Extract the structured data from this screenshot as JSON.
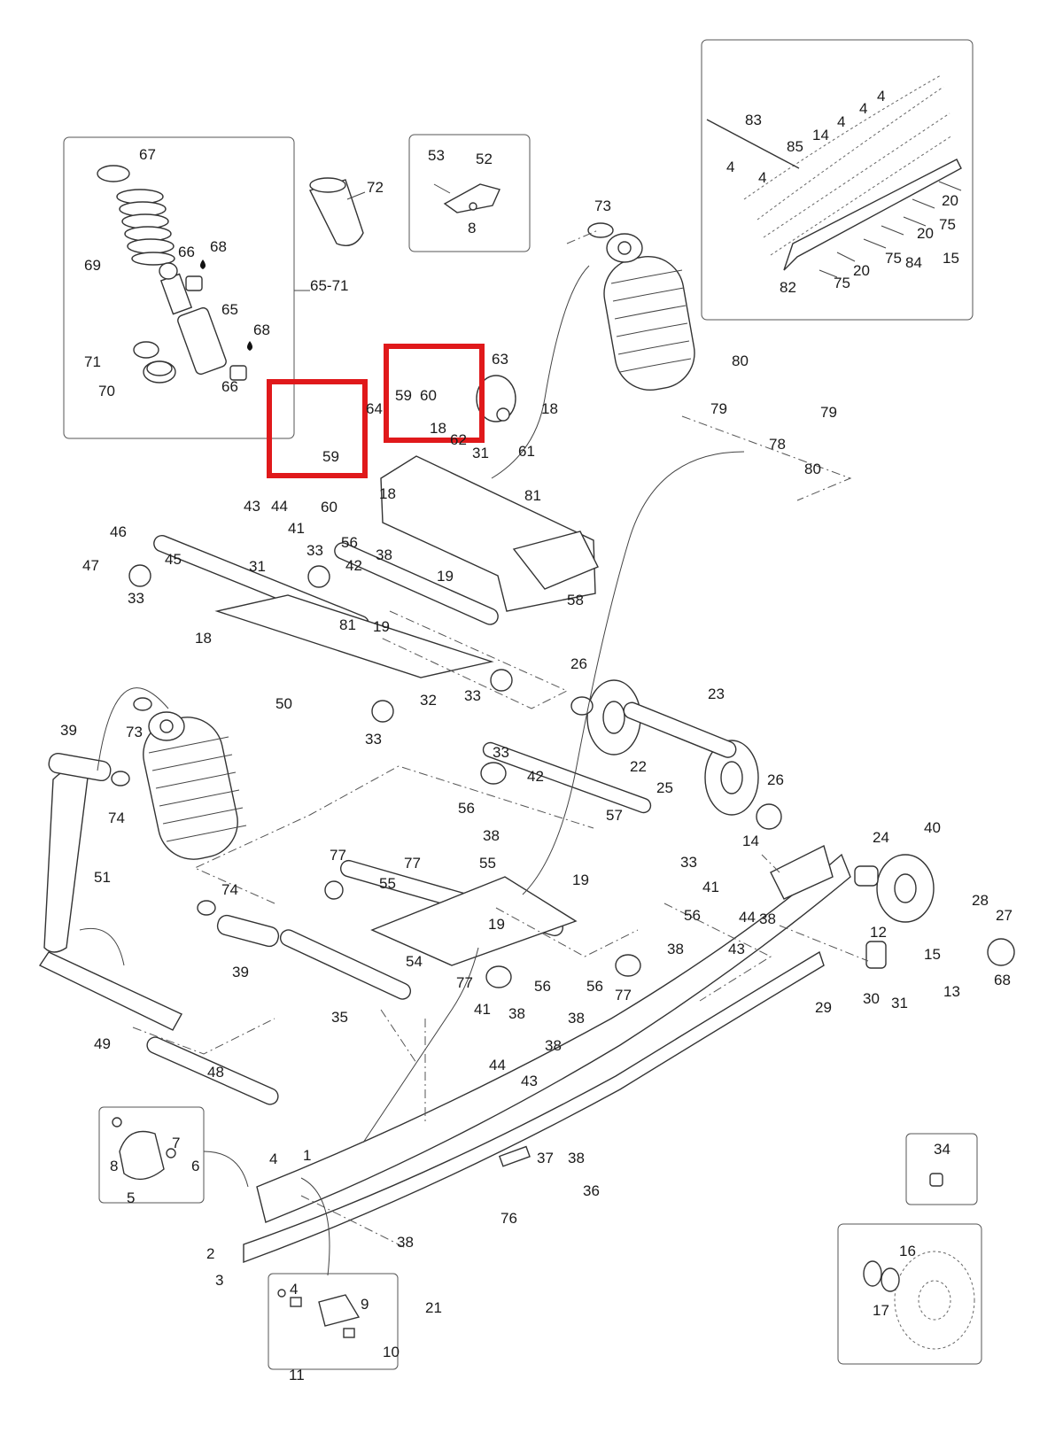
{
  "diagram": {
    "highlight_color": "#e0191b",
    "line_color": "#333333",
    "drop_icon": "oil-drop-icon",
    "callouts": [
      {
        "id": "c67",
        "text": "67"
      },
      {
        "id": "c69",
        "text": "69"
      },
      {
        "id": "c66a",
        "text": "66"
      },
      {
        "id": "c68a",
        "text": "68"
      },
      {
        "id": "c65",
        "text": "65"
      },
      {
        "id": "c68b",
        "text": "68"
      },
      {
        "id": "c71",
        "text": "71"
      },
      {
        "id": "c70",
        "text": "70"
      },
      {
        "id": "c66b",
        "text": "66"
      },
      {
        "id": "c6571",
        "text": "65-71"
      },
      {
        "id": "c72",
        "text": "72"
      },
      {
        "id": "c53",
        "text": "53"
      },
      {
        "id": "c52",
        "text": "52"
      },
      {
        "id": "c8a",
        "text": "8"
      },
      {
        "id": "c73a",
        "text": "73"
      },
      {
        "id": "c83",
        "text": "83"
      },
      {
        "id": "c4a",
        "text": "4"
      },
      {
        "id": "c4b",
        "text": "4"
      },
      {
        "id": "c4c",
        "text": "4"
      },
      {
        "id": "c4d",
        "text": "4"
      },
      {
        "id": "c4e",
        "text": "4"
      },
      {
        "id": "c14a",
        "text": "14"
      },
      {
        "id": "c85",
        "text": "85"
      },
      {
        "id": "c20a",
        "text": "20"
      },
      {
        "id": "c20b",
        "text": "20"
      },
      {
        "id": "c20c",
        "text": "20"
      },
      {
        "id": "c75a",
        "text": "75"
      },
      {
        "id": "c75b",
        "text": "75"
      },
      {
        "id": "c75c",
        "text": "75"
      },
      {
        "id": "c84",
        "text": "84"
      },
      {
        "id": "c15a",
        "text": "15"
      },
      {
        "id": "c82",
        "text": "82"
      },
      {
        "id": "c63",
        "text": "63"
      },
      {
        "id": "c59a",
        "text": "59"
      },
      {
        "id": "c60a",
        "text": "60"
      },
      {
        "id": "c18a",
        "text": "18"
      },
      {
        "id": "c62",
        "text": "62"
      },
      {
        "id": "c64",
        "text": "64"
      },
      {
        "id": "c18b",
        "text": "18"
      },
      {
        "id": "c61",
        "text": "61"
      },
      {
        "id": "c59b",
        "text": "59"
      },
      {
        "id": "c31a",
        "text": "31"
      },
      {
        "id": "c60b",
        "text": "60"
      },
      {
        "id": "c18c",
        "text": "18"
      },
      {
        "id": "c81a",
        "text": "81"
      },
      {
        "id": "c80a",
        "text": "80"
      },
      {
        "id": "c79a",
        "text": "79"
      },
      {
        "id": "c79b",
        "text": "79"
      },
      {
        "id": "c78",
        "text": "78"
      },
      {
        "id": "c80b",
        "text": "80"
      },
      {
        "id": "c43a",
        "text": "43"
      },
      {
        "id": "c44a",
        "text": "44"
      },
      {
        "id": "c41a",
        "text": "41"
      },
      {
        "id": "c56a",
        "text": "56"
      },
      {
        "id": "c38a",
        "text": "38"
      },
      {
        "id": "c58",
        "text": "58"
      },
      {
        "id": "c46",
        "text": "46"
      },
      {
        "id": "c47",
        "text": "47"
      },
      {
        "id": "c45",
        "text": "45"
      },
      {
        "id": "c33a",
        "text": "33"
      },
      {
        "id": "c33b",
        "text": "33"
      },
      {
        "id": "c42a",
        "text": "42"
      },
      {
        "id": "c31b",
        "text": "31"
      },
      {
        "id": "c19a",
        "text": "19"
      },
      {
        "id": "c81b",
        "text": "81"
      },
      {
        "id": "c19b",
        "text": "19"
      },
      {
        "id": "c18d",
        "text": "18"
      },
      {
        "id": "c50",
        "text": "50"
      },
      {
        "id": "c32",
        "text": "32"
      },
      {
        "id": "c33c",
        "text": "33"
      },
      {
        "id": "c33d",
        "text": "33"
      },
      {
        "id": "c26a",
        "text": "26"
      },
      {
        "id": "c23",
        "text": "23"
      },
      {
        "id": "c22",
        "text": "22"
      },
      {
        "id": "c25",
        "text": "25"
      },
      {
        "id": "c26b",
        "text": "26"
      },
      {
        "id": "c39a",
        "text": "39"
      },
      {
        "id": "c73b",
        "text": "73"
      },
      {
        "id": "c74a",
        "text": "74"
      },
      {
        "id": "c51",
        "text": "51"
      },
      {
        "id": "c33e",
        "text": "33"
      },
      {
        "id": "c42b",
        "text": "42"
      },
      {
        "id": "c56b",
        "text": "56"
      },
      {
        "id": "c38b",
        "text": "38"
      },
      {
        "id": "c57",
        "text": "57"
      },
      {
        "id": "c14b",
        "text": "14"
      },
      {
        "id": "c24",
        "text": "24"
      },
      {
        "id": "c40",
        "text": "40"
      },
      {
        "id": "c77a",
        "text": "77"
      },
      {
        "id": "c77b",
        "text": "77"
      },
      {
        "id": "c55a",
        "text": "55"
      },
      {
        "id": "c55b",
        "text": "55"
      },
      {
        "id": "c33f",
        "text": "33"
      },
      {
        "id": "c41b",
        "text": "41"
      },
      {
        "id": "c19c",
        "text": "19"
      },
      {
        "id": "c19d",
        "text": "19"
      },
      {
        "id": "c56c",
        "text": "56"
      },
      {
        "id": "c44b",
        "text": "44"
      },
      {
        "id": "c38c",
        "text": "38"
      },
      {
        "id": "c38d",
        "text": "38"
      },
      {
        "id": "c43b",
        "text": "43"
      },
      {
        "id": "c28",
        "text": "28"
      },
      {
        "id": "c27",
        "text": "27"
      },
      {
        "id": "c74b",
        "text": "74"
      },
      {
        "id": "c12",
        "text": "12"
      },
      {
        "id": "c15b",
        "text": "15"
      },
      {
        "id": "c68c",
        "text": "68"
      },
      {
        "id": "c54",
        "text": "54"
      },
      {
        "id": "c39b",
        "text": "39"
      },
      {
        "id": "c77c",
        "text": "77"
      },
      {
        "id": "c56d",
        "text": "56"
      },
      {
        "id": "c56e",
        "text": "56"
      },
      {
        "id": "c77d",
        "text": "77"
      },
      {
        "id": "c38e",
        "text": "38"
      },
      {
        "id": "c38f",
        "text": "38"
      },
      {
        "id": "c30",
        "text": "30"
      },
      {
        "id": "c13",
        "text": "13"
      },
      {
        "id": "c31c",
        "text": "31"
      },
      {
        "id": "c29",
        "text": "29"
      },
      {
        "id": "c35",
        "text": "35"
      },
      {
        "id": "c49",
        "text": "49"
      },
      {
        "id": "c41c",
        "text": "41"
      },
      {
        "id": "c38g",
        "text": "38"
      },
      {
        "id": "c44c",
        "text": "44"
      },
      {
        "id": "c43c",
        "text": "43"
      },
      {
        "id": "c48",
        "text": "48"
      },
      {
        "id": "c7",
        "text": "7"
      },
      {
        "id": "c8b",
        "text": "8"
      },
      {
        "id": "c6",
        "text": "6"
      },
      {
        "id": "c5",
        "text": "5"
      },
      {
        "id": "c4f",
        "text": "4"
      },
      {
        "id": "c1",
        "text": "1"
      },
      {
        "id": "c37",
        "text": "37"
      },
      {
        "id": "c38h",
        "text": "38"
      },
      {
        "id": "c36",
        "text": "36"
      },
      {
        "id": "c76",
        "text": "76"
      },
      {
        "id": "c34",
        "text": "34"
      },
      {
        "id": "c2",
        "text": "2"
      },
      {
        "id": "c38i",
        "text": "38"
      },
      {
        "id": "c3",
        "text": "3"
      },
      {
        "id": "c21",
        "text": "21"
      },
      {
        "id": "c4g",
        "text": "4"
      },
      {
        "id": "c9",
        "text": "9"
      },
      {
        "id": "c10",
        "text": "10"
      },
      {
        "id": "c11",
        "text": "11"
      },
      {
        "id": "c16",
        "text": "16"
      },
      {
        "id": "c17",
        "text": "17"
      }
    ]
  }
}
